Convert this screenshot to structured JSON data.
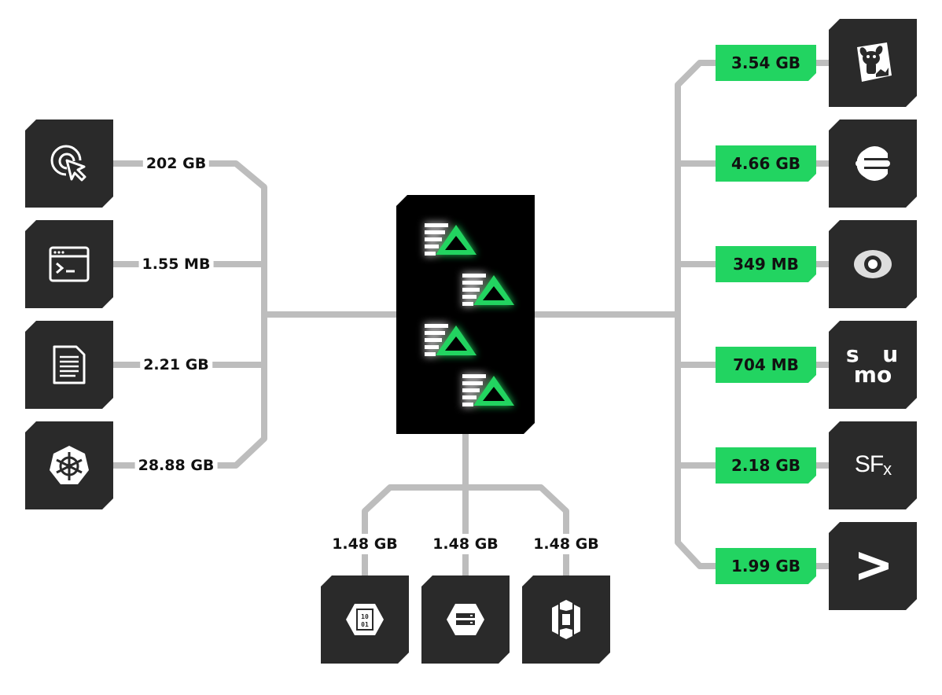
{
  "inputs": [
    {
      "icon": "cursor-click-icon",
      "label": "202 GB"
    },
    {
      "icon": "terminal-icon",
      "label": "1.55 MB"
    },
    {
      "icon": "document-icon",
      "label": "2.21 GB"
    },
    {
      "icon": "kubernetes-icon",
      "label": "28.88 GB"
    }
  ],
  "storage": [
    {
      "icon": "azure-blob-icon",
      "label": "1.48 GB"
    },
    {
      "icon": "gcp-storage-icon",
      "label": "1.48 GB"
    },
    {
      "icon": "aws-s3-icon",
      "label": "1.48 GB"
    }
  ],
  "outputs": [
    {
      "icon": "datadog-icon",
      "label": "3.54 GB"
    },
    {
      "icon": "elastic-icon",
      "label": "4.66 GB"
    },
    {
      "icon": "eye-icon",
      "label": "349 MB"
    },
    {
      "icon": "sumo-logo",
      "label": "704 MB",
      "logo_text": "su mo"
    },
    {
      "icon": "sfx-logo",
      "label": "2.18 GB",
      "logo_text": "SFx"
    },
    {
      "icon": "chevron-right-icon",
      "label": "1.99 GB"
    }
  ],
  "hub": {
    "icon": "router-logo-icon"
  },
  "colors": {
    "accent": "#22d461",
    "wire": "#bdbdbd",
    "tile": "#2a2a2a",
    "hub": "#000000"
  }
}
